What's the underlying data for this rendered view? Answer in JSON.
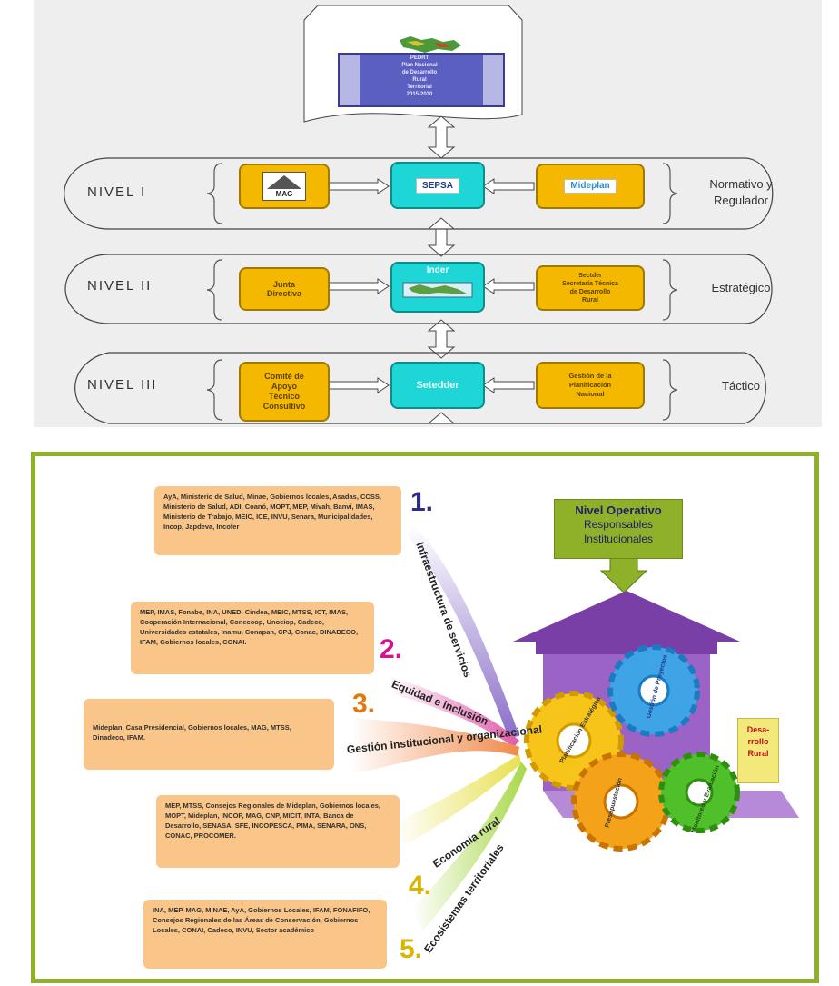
{
  "top": {
    "document": {
      "title_lines": [
        "PEDRT",
        "Plan Nacional",
        "de Desarrollo",
        "Rural",
        "Territorial",
        "2015-2030"
      ]
    },
    "levels": [
      {
        "label": "NIVEL I",
        "role": [
          "Normativo y",
          "Regulador"
        ],
        "left": "MAG",
        "center": "SEPSA",
        "right": "Mideplan"
      },
      {
        "label": "NIVEL II",
        "role": [
          "Estratégico"
        ],
        "left": [
          "Junta",
          "Directiva"
        ],
        "center": "Inder",
        "right": [
          "Sectder",
          "Secretaría Técnica",
          "de Desarrollo",
          "Rural"
        ]
      },
      {
        "label": "NIVEL III",
        "role": [
          "Táctico"
        ],
        "left": [
          "Comité de",
          "Apoyo",
          "Técnico",
          "Consultivo"
        ],
        "center": "Setedder",
        "right": [
          "Gestión de la",
          "Planificación",
          "Nacional"
        ]
      }
    ]
  },
  "bottom": {
    "nivel_operativo": {
      "title": "Nivel Operativo",
      "lines": [
        "Responsables",
        "Institucionales"
      ]
    },
    "desarrollo_rural": [
      "Desa-",
      "rrollo",
      "Rural"
    ],
    "axes": [
      {
        "number": "1.",
        "label": "Infraestructura de servicios",
        "box": "AyA, Ministerio de Salud, Minae, Gobiernos locales, Asadas, CCSS, Ministerio de Salud, ADI, Coanó, MOPT, MEP, Mivah, Banvi, IMAS, Ministerio de Trabajo, MEIC, ICE, INVU, Senara, Municipalidades, Incop, Japdeva, Incofer",
        "color": "#2d2d8f"
      },
      {
        "number": "2.",
        "label": "Equidad e inclusión",
        "box": "MEP, IMAS, Fonabe, INA, UNED, Cindea, MEIC, MTSS, ICT, IMAS, Cooperación Internacional, Conecoop, Unociop, Cadeco, Universidades estatales, Inamu, Conapan, CPJ, Conac, DINADECO, IFAM, Gobiernos locales, CONAI.",
        "color": "#d4148f"
      },
      {
        "number": "3.",
        "label": "Gestión institucional y organizacional",
        "box": "Mideplan, Casa Presidencial, Gobiernos locales, MAG, MTSS, Dinadeco, IFAM.",
        "color": "#e07a10"
      },
      {
        "number": "4.",
        "label": "Economía rural",
        "box": "MEP, MTSS, Consejos Regionales de Mideplan, Gobiernos locales, MOPT, Mideplan, INCOP, MAG, CNP, MICIT, INTA, Banca de Desarrollo, SENASA, SFE, INCOPESCA, PIMA, SENARA, ONS, CONAC, PROCOMER.",
        "color": "#d9b400"
      },
      {
        "number": "5.",
        "label": "Ecosistemas territoriales",
        "box": "INA, MEP, MAG, MINAE, AyA, Gobiernos Locales, IFAM, FONAFIFO, Consejos Regionales de las Áreas de Conservación, Gobiernos Locales, CONAI, Cadeco, INVU, Sector académico",
        "color": "#d9b400"
      }
    ],
    "gears": [
      "Planificación Estratégica",
      "Gestión de Proyectos",
      "Presupuestación",
      "Monitoreo y Evaluación"
    ]
  }
}
